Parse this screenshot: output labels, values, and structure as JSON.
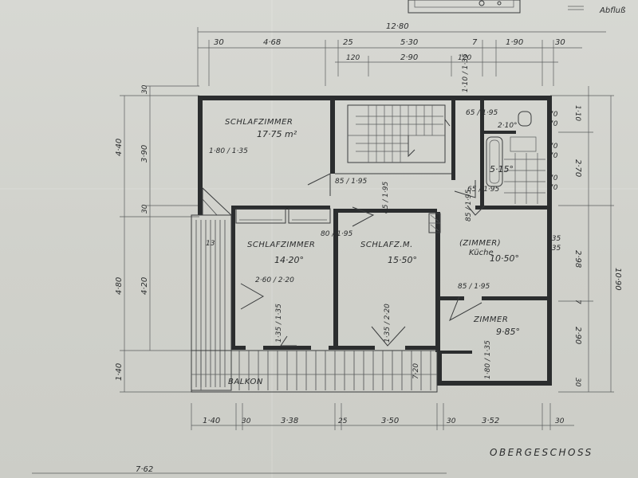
{
  "plan": {
    "title": "OBERGESCHOSS",
    "note_top": "Abfluß",
    "rooms": [
      {
        "name": "SCHLAFZIMMER",
        "area": "17·75 m²"
      },
      {
        "name": "SCHLAFZIMMER",
        "area": "14·20°"
      },
      {
        "name": "SCHLAFZ.M.",
        "area": "15·50°"
      },
      {
        "name": "(ZIMMER)",
        "sub": "Küche",
        "area": "10·50°"
      },
      {
        "name": "ZIMMER",
        "area": "9·85°"
      },
      {
        "name": "BALKON"
      }
    ],
    "bath_area": "5·15°",
    "wc_area": "2·10°",
    "dims_top": {
      "overall": "12·80",
      "row1": [
        "30",
        "4·68",
        "25",
        "5·30",
        "7",
        "1·90",
        "30"
      ],
      "row2": [
        "120",
        "2·90",
        "120"
      ]
    },
    "dims_bottom": {
      "row1": [
        "1·40",
        "30",
        "3·38",
        "25",
        "3·50",
        "30",
        "3·52",
        "30"
      ],
      "overall": "7·62"
    },
    "dims_left": {
      "outer": [
        "4·40",
        "4·80",
        "1·40"
      ],
      "inner": [
        "30",
        "3·90",
        "30",
        "4·20"
      ],
      "cut": "13"
    },
    "dims_right": {
      "outer": "10·90",
      "inner": [
        "1·10",
        "2·70",
        "2·98",
        "7",
        "2·90",
        "30"
      ],
      "marks": [
        "70",
        "70",
        "70",
        "70",
        "70",
        "70",
        "135",
        "135"
      ]
    },
    "openings": [
      "1·80 / 1·35",
      "85 / 1·95",
      "80 / 1·95",
      "2·60 / 2·20",
      "1·35 / 1·35",
      "1·35 / 2·20",
      "85 / 1·95",
      "85 / 1·95",
      "65 / 1·95",
      "65 / 1·95",
      "85 / 1·95",
      "1·80 / 1·35",
      "7·20",
      "1·10 / 1·35"
    ]
  }
}
